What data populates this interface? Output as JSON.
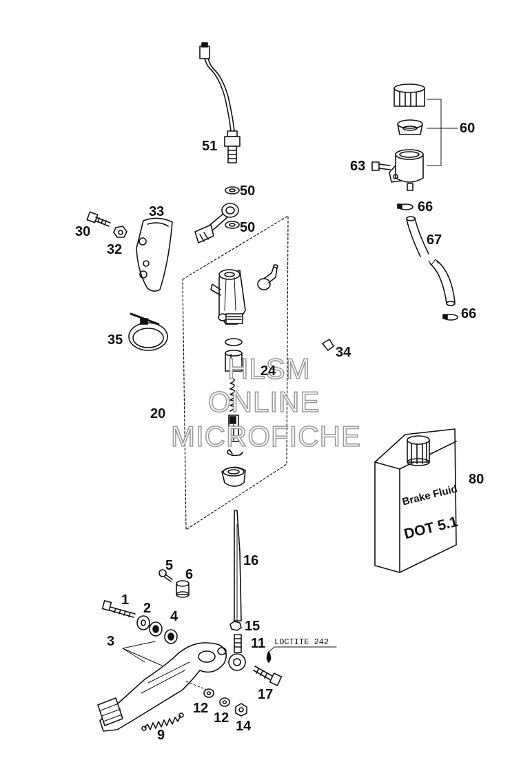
{
  "watermark": {
    "line1": "HLSM",
    "line2": "ONLINE",
    "line3": "MICROFICHE"
  },
  "note": {
    "text": "LOCTITE 242"
  },
  "bottle": {
    "line1": "Brake Fluid",
    "line2": "DOT 5.1"
  },
  "labels": {
    "p1": "1",
    "p2": "2",
    "p3": "3",
    "p4": "4",
    "p5": "5",
    "p6": "6",
    "p9": "9",
    "p11": "11",
    "p12a": "12",
    "p12b": "12",
    "p14": "14",
    "p15": "15",
    "p16": "16",
    "p17": "17",
    "p20": "20",
    "p24": "24",
    "p30": "30",
    "p32": "32",
    "p33": "33",
    "p34": "34",
    "p35": "35",
    "p50a": "50",
    "p50b": "50",
    "p51": "51",
    "p60": "60",
    "p63": "63",
    "p66a": "66",
    "p66b": "66",
    "p67": "67",
    "p80": "80"
  },
  "colors": {
    "ink": "#111111",
    "watermark": "#9a9a9a"
  }
}
